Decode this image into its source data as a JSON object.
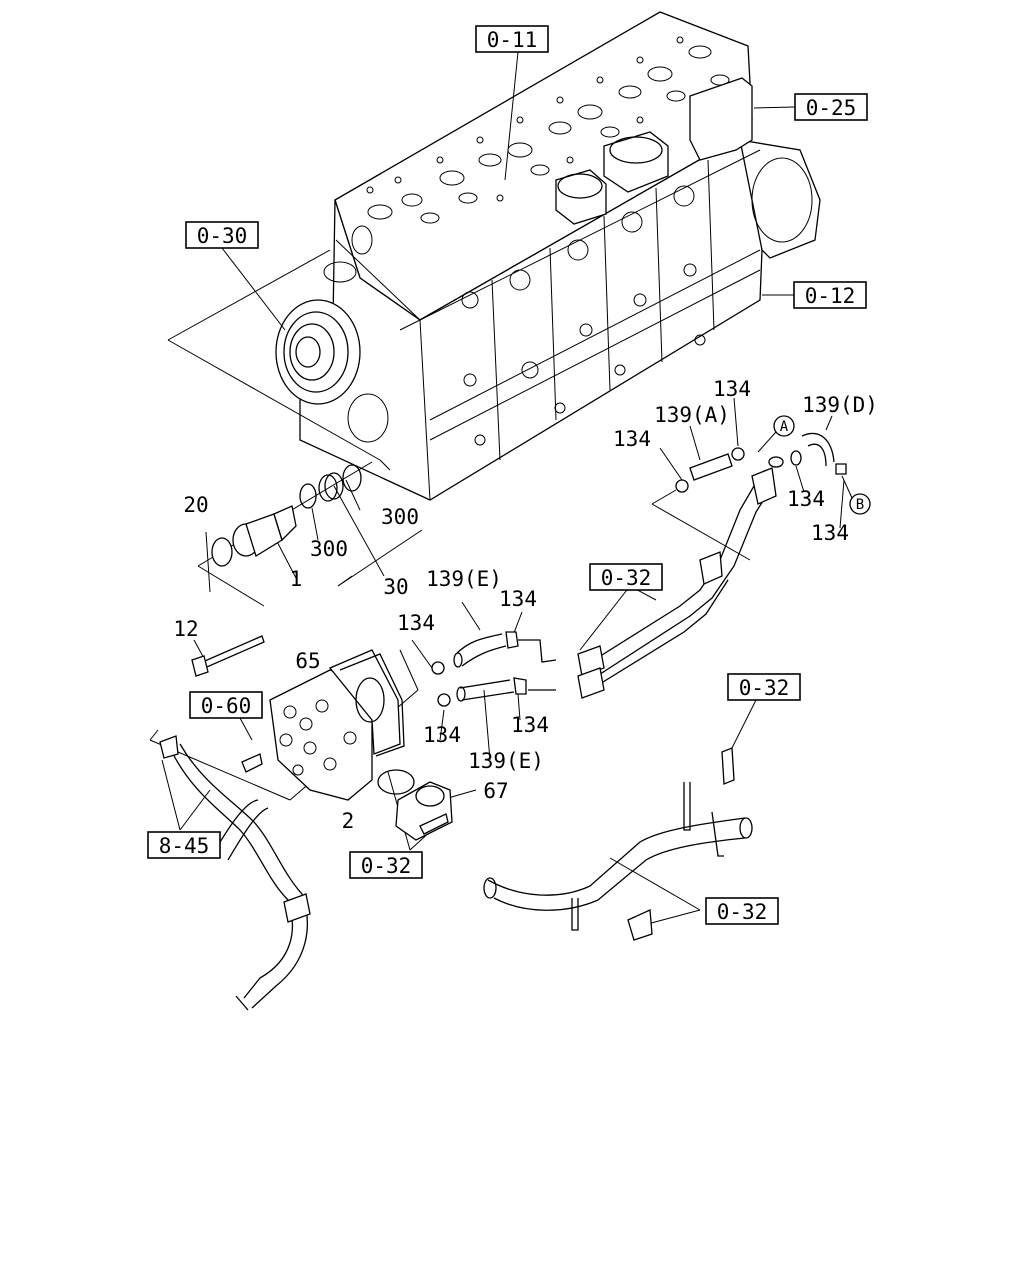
{
  "refs": {
    "r_0_11": "0-11",
    "r_0_25": "0-25",
    "r_0_30": "0-30",
    "r_0_12": "0-12",
    "r_0_32_mid": "0-32",
    "r_0_60": "0-60",
    "r_0_32_right": "0-32",
    "r_8_45": "8-45",
    "r_0_32_bottom": "0-32",
    "r_0_32_lower": "0-32"
  },
  "parts": {
    "p20": "20",
    "p1": "1",
    "p300a": "300",
    "p300b": "300",
    "p30": "30",
    "p12": "12",
    "p65": "65",
    "p2": "2",
    "p67": "67",
    "p134_a": "134",
    "p139a": "139(A)",
    "p139d": "139(D)",
    "p134_b": "134",
    "p134_c": "134",
    "p134_d": "134",
    "p139e_top": "139(E)",
    "p134_e": "134",
    "p134_f": "134",
    "p134_g": "134",
    "p134_h": "134",
    "p139e_bot": "139(E)"
  },
  "markers": {
    "a": "A",
    "b": "B"
  }
}
